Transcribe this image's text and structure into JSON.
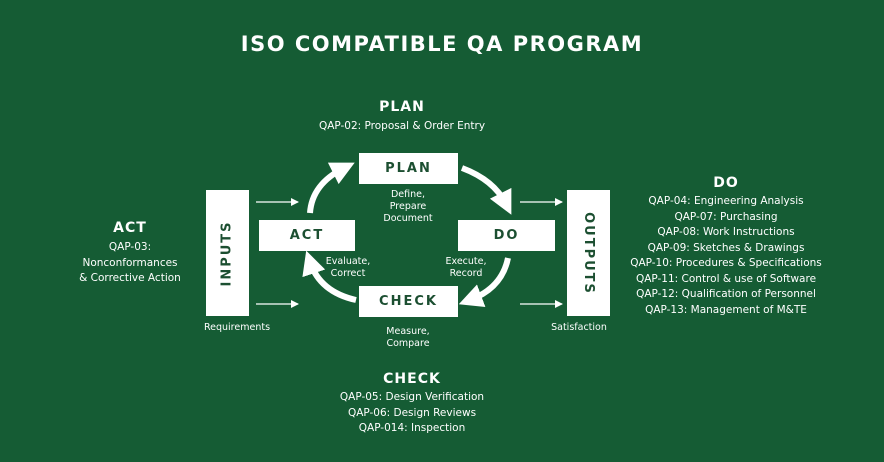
{
  "title": "ISO COMPATIBLE QA PROGRAM",
  "plan": {
    "heading": "PLAN",
    "items": [
      "QAP-02: Proposal & Order Entry"
    ]
  },
  "act": {
    "heading": "ACT",
    "items": [
      "QAP-03:",
      "Nonconformances",
      "& Corrective Action"
    ]
  },
  "do": {
    "heading": "DO",
    "items": [
      "QAP-04: Engineering Analysis",
      "QAP-07: Purchasing",
      "QAP-08: Work Instructions",
      "QAP-09: Sketches & Drawings",
      "QAP-10: Procedures & Specifications",
      "QAP-11: Control & use of Software",
      "QAP-12: Qualification of Personnel",
      "QAP-13: Management of M&TE"
    ]
  },
  "check": {
    "heading": "CHECK",
    "items": [
      "QAP-05: Design Verification",
      "QAP-06: Design Reviews",
      "QAP-014: Inspection"
    ]
  },
  "cycle": {
    "plan_box": "PLAN",
    "do_box": "DO",
    "check_box": "CHECK",
    "act_box": "ACT",
    "plan_caption": [
      "Define,",
      "Prepare",
      "Document"
    ],
    "do_caption": [
      "Execute,",
      "Record"
    ],
    "check_caption": [
      "Measure,",
      "Compare"
    ],
    "act_caption": [
      "Evaluate,",
      "Correct"
    ]
  },
  "inputs": {
    "label": "INPUTS",
    "caption": "Requirements"
  },
  "outputs": {
    "label": "OUTPUTS",
    "caption": "Satisfaction"
  }
}
